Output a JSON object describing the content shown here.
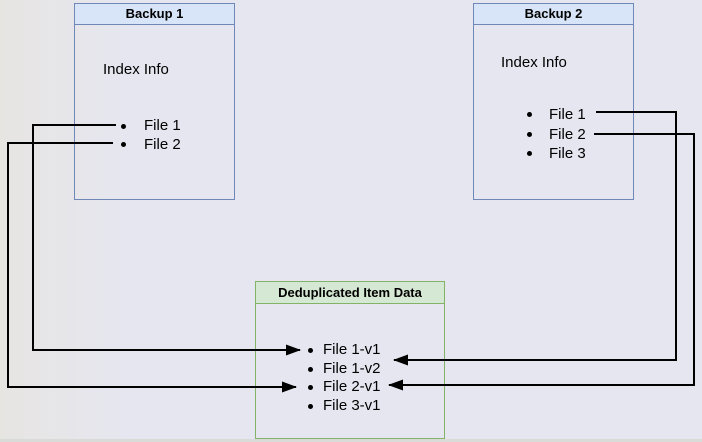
{
  "backup1": {
    "title": "Backup 1",
    "body_label": "Index Info",
    "items": [
      "File 1",
      "File 2"
    ]
  },
  "backup2": {
    "title": "Backup 2",
    "body_label": "Index Info",
    "items": [
      "File 1",
      "File 2",
      "File 3"
    ]
  },
  "dedup": {
    "title": "Deduplicated Item Data",
    "items": [
      "File 1-v1",
      "File 1-v2",
      "File 2-v1",
      "File 3-v1"
    ]
  },
  "connections": [
    {
      "from": "Backup 1 / File 1",
      "to": "File 1-v1",
      "side": "left"
    },
    {
      "from": "Backup 1 / File 2",
      "to": "File 2-v1",
      "side": "left"
    },
    {
      "from": "Backup 2 / File 1",
      "to": "File 1-v2",
      "side": "right"
    },
    {
      "from": "Backup 2 / File 2",
      "to": "File 2-v1",
      "side": "right"
    }
  ],
  "colors": {
    "blue_header_fill": "#d8e5f8",
    "blue_border": "#6f88b8",
    "green_header_fill": "#d5e8d4",
    "green_border": "#82b366",
    "arrow_color": "#000000",
    "canvas_bg": "#e6e6f0"
  }
}
